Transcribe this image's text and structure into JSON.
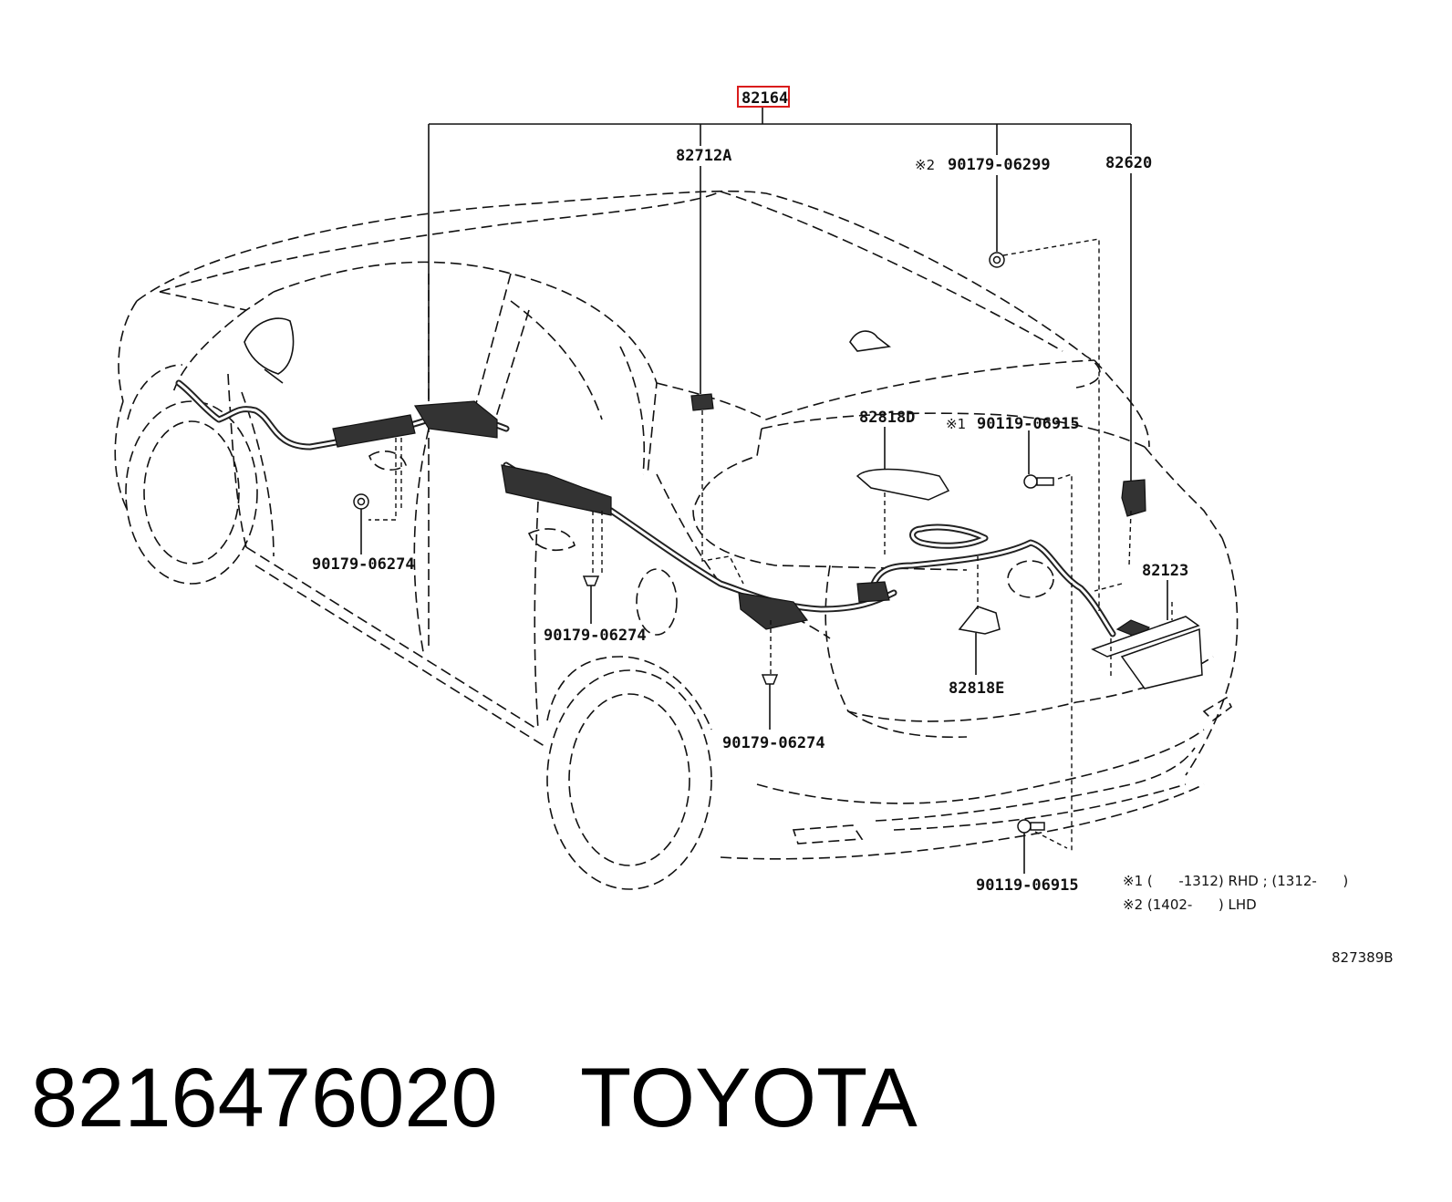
{
  "labels": {
    "main": "82164",
    "p82712a": "82712A",
    "note2_mark": "※2",
    "p90179_06299": "90179-06299",
    "p82620": "82620",
    "p82818d": "82818D",
    "note1_mark": "※1",
    "p90119_06915_top": "90119-06915",
    "p90179_06274_left": "90179-06274",
    "p90179_06274_mid": "90179-06274",
    "p90179_06274_low": "90179-06274",
    "p82123": "82123",
    "p82818e": "82818E",
    "p90119_06915_bottom": "90119-06915"
  },
  "notes": {
    "n1": "※1 (      -1312) RHD ; (1312-      )",
    "n2": "※2 (1402-      ) LHD"
  },
  "diagram_code": "827389B",
  "footer": {
    "part_number": "8216476020",
    "brand": "TOYOTA"
  },
  "colors": {
    "highlight_box": "#d91c1c",
    "ink": "#111111"
  }
}
